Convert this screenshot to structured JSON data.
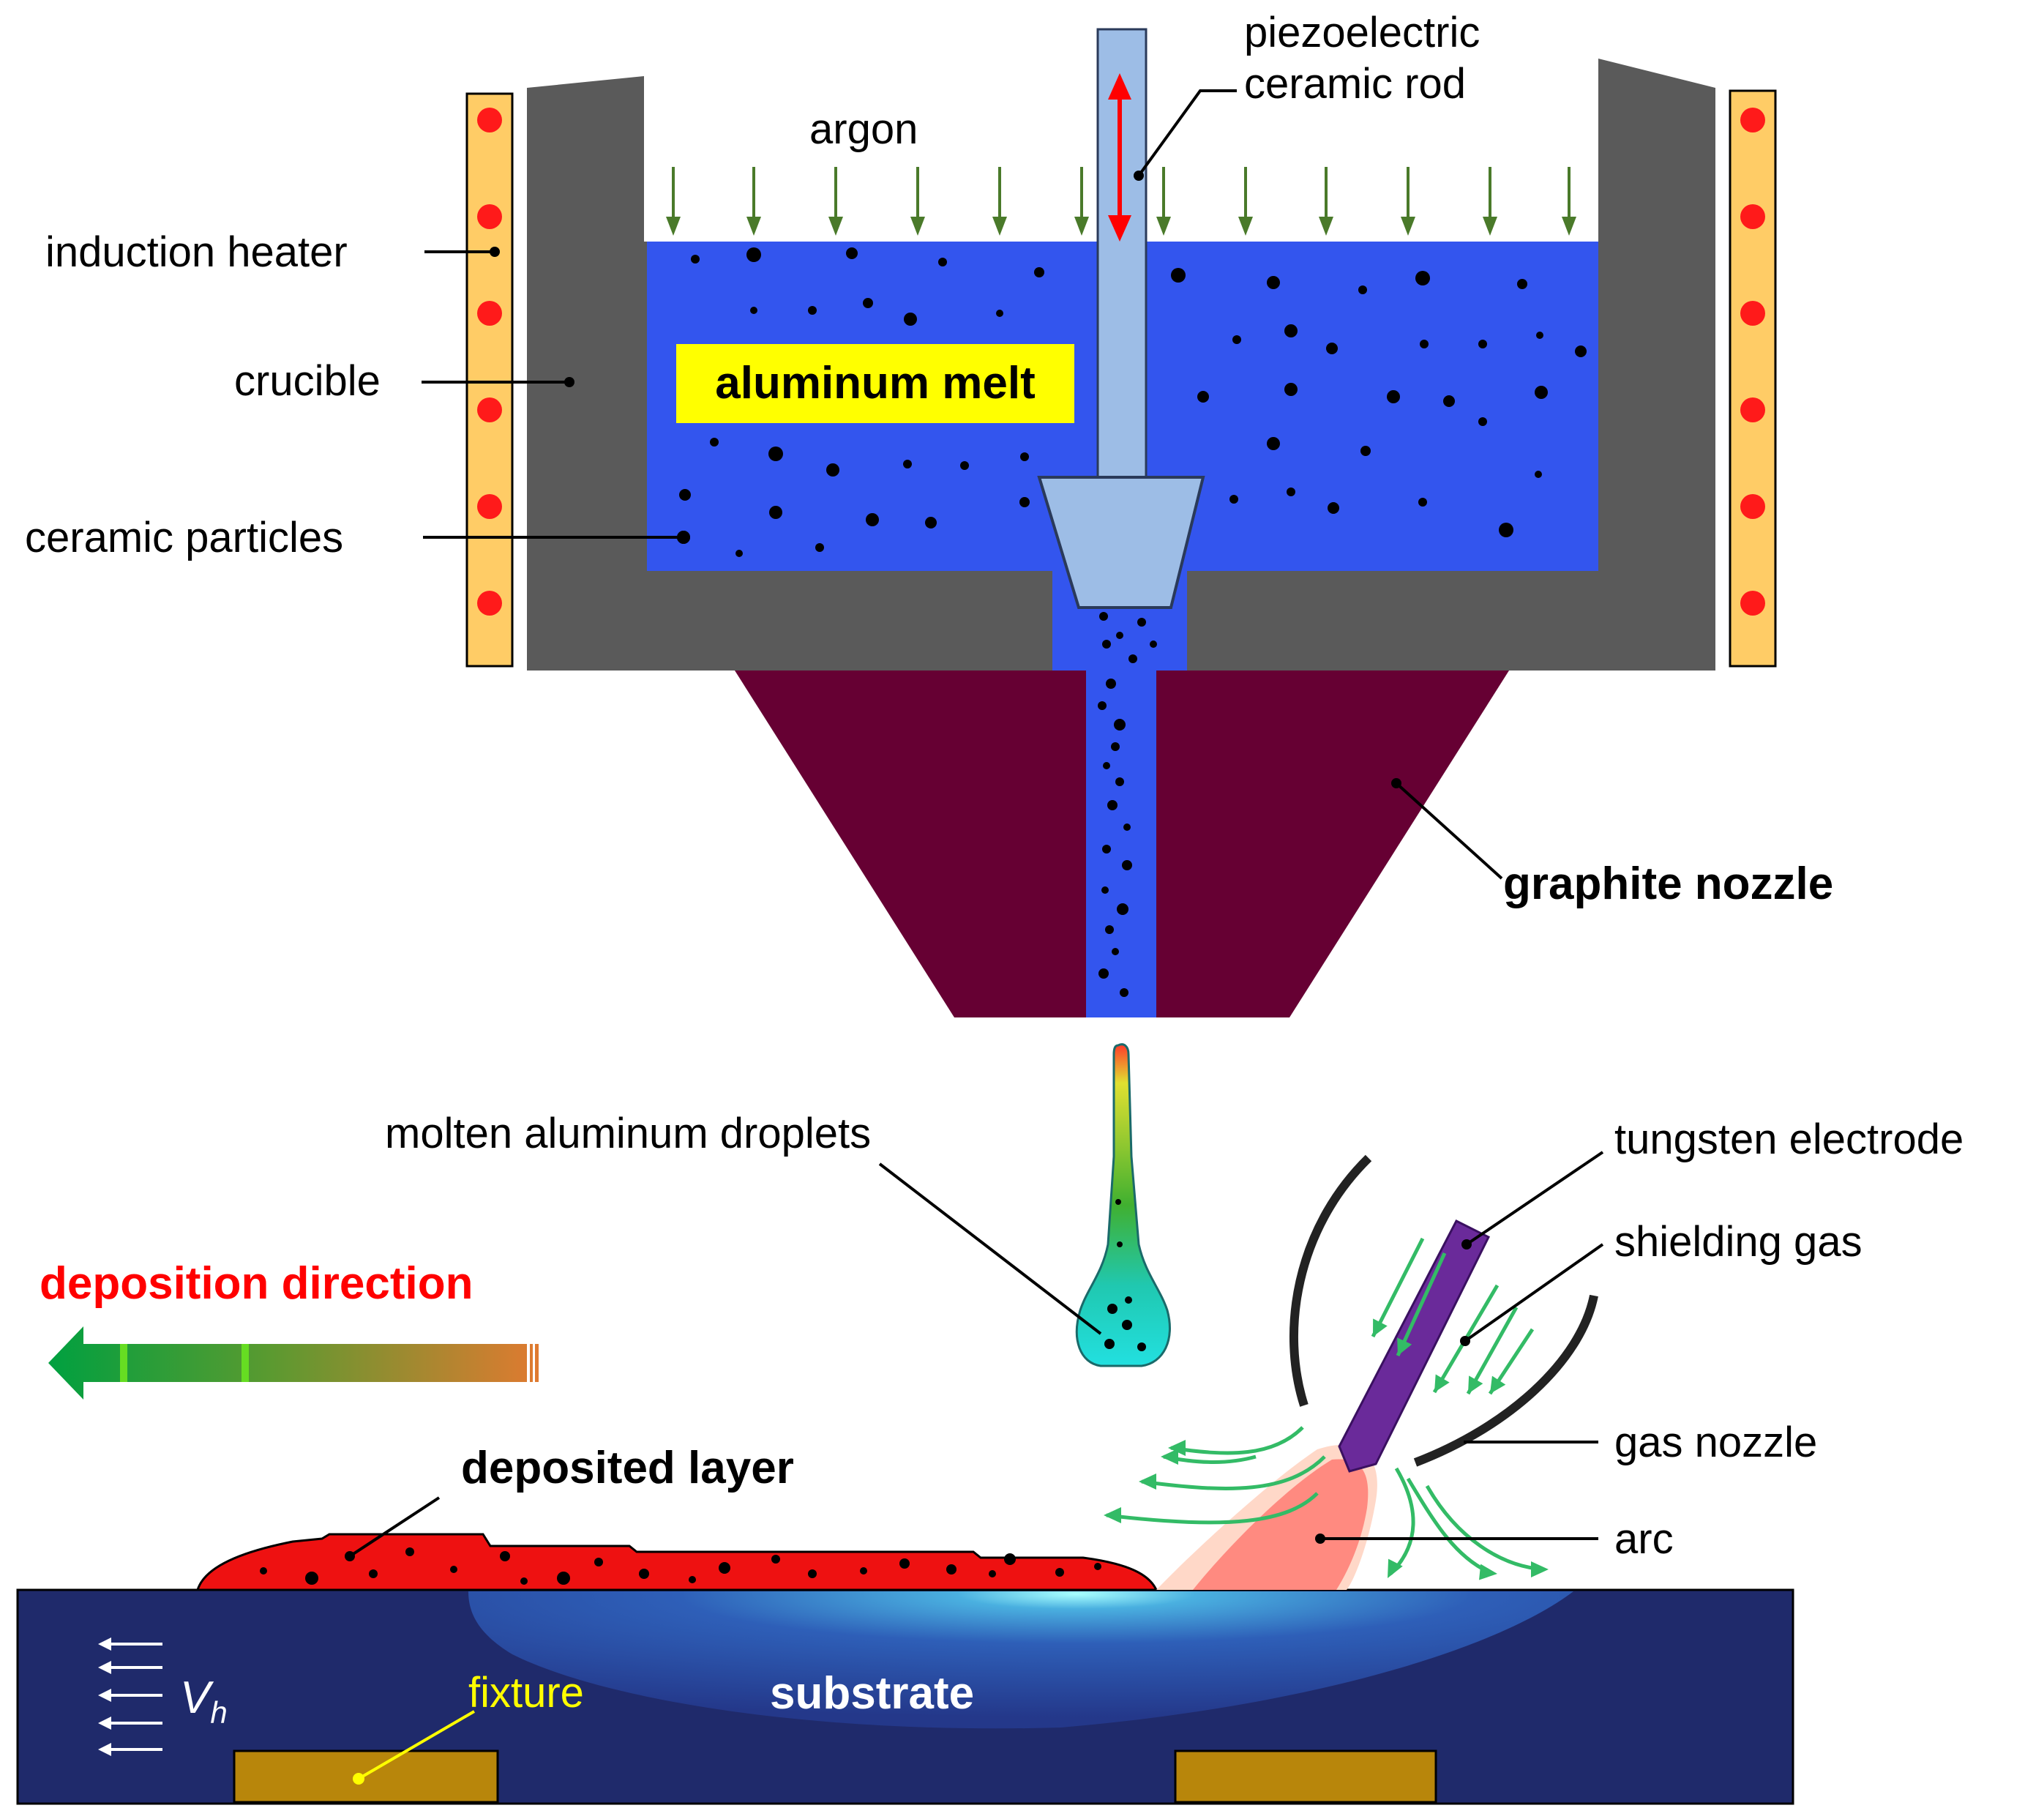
{
  "labels": {
    "piezo": [
      "piezoelectric",
      "ceramic rod"
    ],
    "argon": "argon",
    "induction_heater": "induction heater",
    "crucible": "crucible",
    "ceramic_particles": "ceramic particles",
    "aluminum_melt": "aluminum melt",
    "graphite_nozzle": "graphite nozzle",
    "molten_droplets": "molten aluminum droplets",
    "tungsten_electrode": "tungsten electrode",
    "shielding_gas": "shielding gas",
    "gas_nozzle": "gas nozzle",
    "arc": "arc",
    "deposition_direction": "deposition direction",
    "deposited_layer": "deposited layer",
    "fixture": "fixture",
    "substrate": "substrate",
    "velocity": "V",
    "velocity_sub": "h"
  },
  "colors": {
    "melt": "#3355ee",
    "crucible": "#5a5a5a",
    "heater": "#ffcc66",
    "heater_dot": "#ff1a1a",
    "nozzle": "#660033",
    "rod": "#9dbde6",
    "argon_arrow": "#4a7a2a",
    "piezo_arrow": "#ff0000",
    "electrode": "#6a2a9a",
    "gas_flow": "#33bb66",
    "arc": "#ff8a80",
    "layer": "#ee1111",
    "substrate": "#1f2a6b",
    "fixture": "#b8860b",
    "highlight": "#ffff00",
    "direction_text": "#ff0000"
  }
}
